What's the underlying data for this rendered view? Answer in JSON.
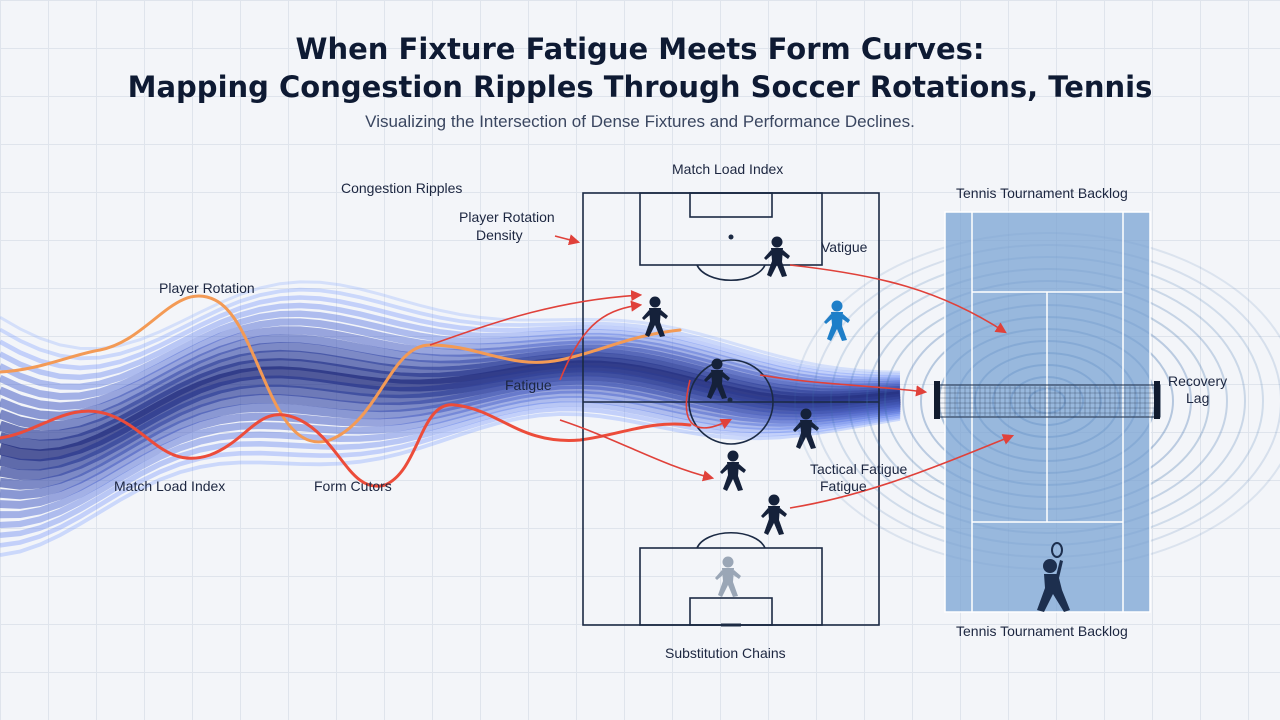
{
  "header": {
    "title_line1": "When Fixture Fatigue Meets Form Curves:",
    "title_line2": "Mapping Congestion Ripples Through Soccer Rotations, Tennis",
    "subtitle": "Visualizing the Intersection of Dense Fixtures and Performance Declines."
  },
  "labels": {
    "congestion_ripples": "Congestion Ripples",
    "player_rotation_density_1": "Player Rotation",
    "player_rotation_density_2": "Density",
    "player_rotation": "Player Rotation",
    "match_load_index_wave": "Match Load Index",
    "form_cutors": "Form Cutors",
    "fatigue_wave": "Fatigue",
    "match_load_index_top": "Match Load Index",
    "vatigue": "Vatigue",
    "tactical_fatigue": "Tactical Fatigue",
    "fatigue_small": "Fatigue",
    "substitution_chains": "Substitution Chains",
    "tennis_backlog_top": "Tennis Tournament Backlog",
    "tennis_backlog_bottom": "Tennis Tournament Backlog",
    "recovery_lag_1": "Recovery",
    "recovery_lag_2": "Lag"
  },
  "colors": {
    "wave_dark": "#12325e",
    "wave_mid": "#3c6ea8",
    "wave_light": "#c9d9ee",
    "form_curve": "#f06a3c",
    "arrow_red": "#e0413a",
    "court_blue": "#6f99cc",
    "pitch_line": "#1b2a44"
  }
}
